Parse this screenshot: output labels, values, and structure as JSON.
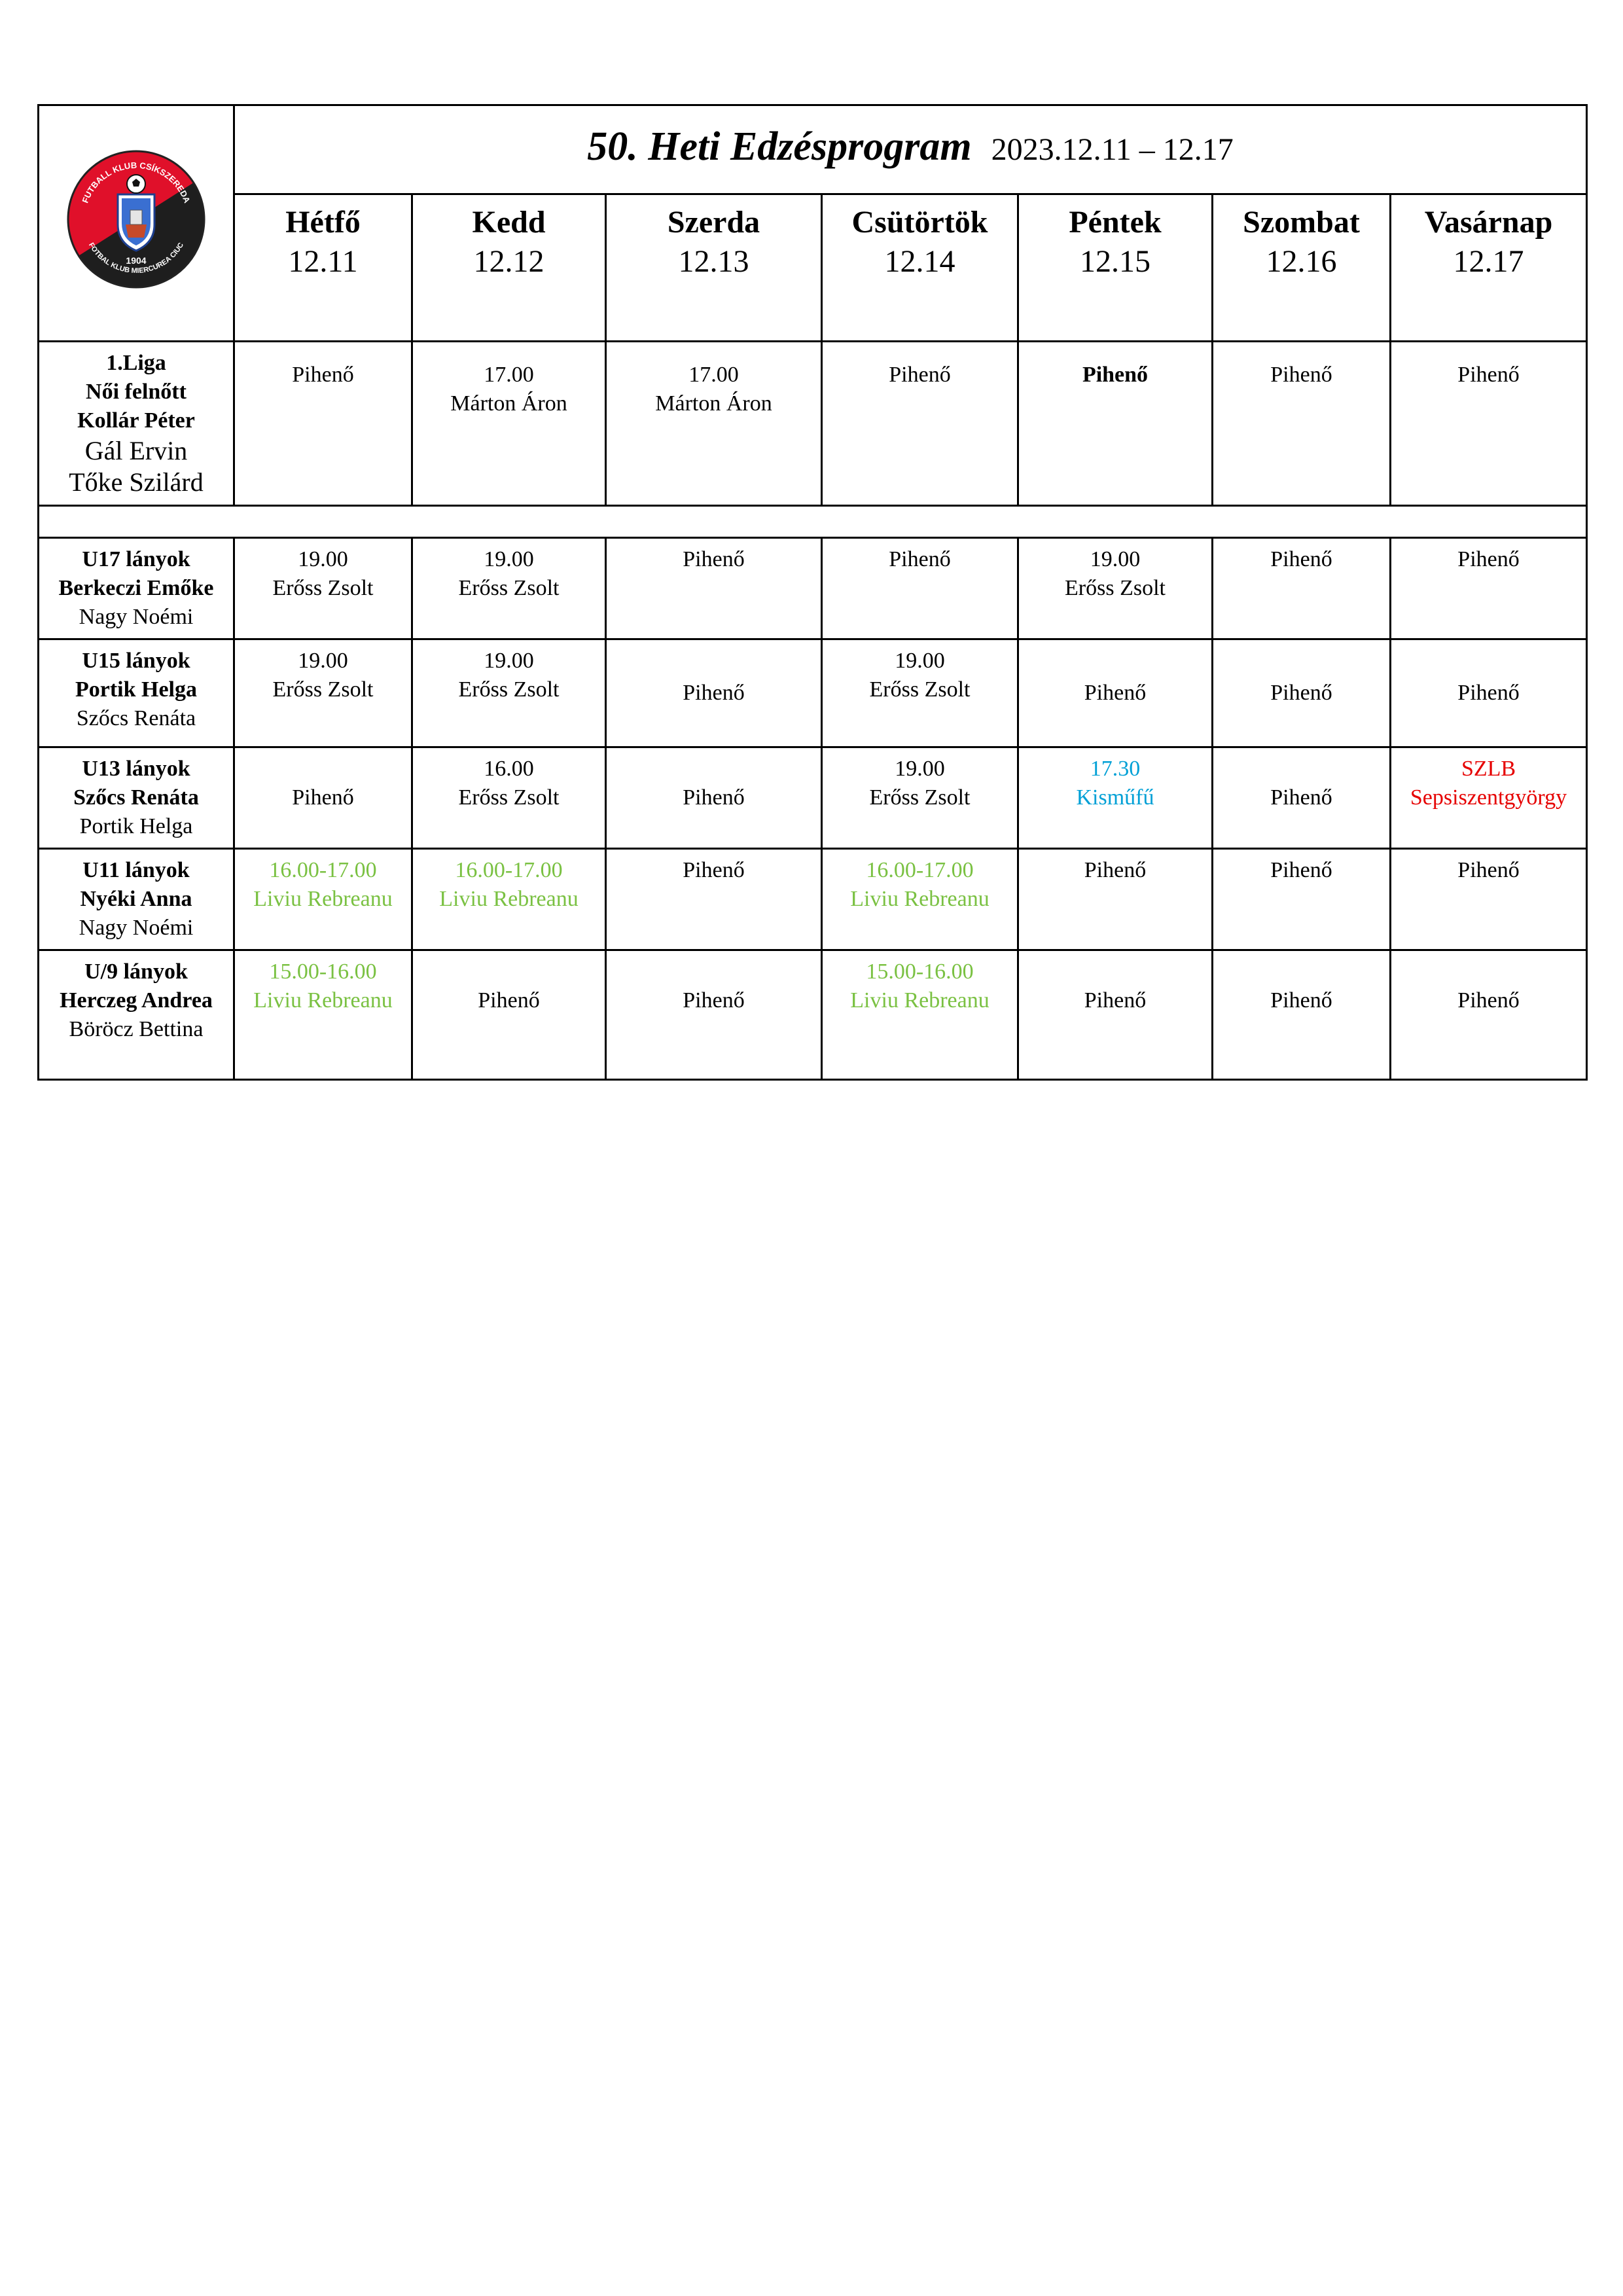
{
  "header": {
    "title": "50. Heti Edzésprogram",
    "date_range": "2023.12.11 – 12.17"
  },
  "logo": {
    "top_text": "FUTBALL KLUB CSÍKSZEREDA",
    "bottom_text": "FOTBAL KLUB MIERCUREA CIUC",
    "year": "1904"
  },
  "days": [
    {
      "name": "Hétfő",
      "date": "12.11"
    },
    {
      "name": "Kedd",
      "date": "12.12"
    },
    {
      "name": "Szerda",
      "date": "12.13"
    },
    {
      "name": "Csütörtök",
      "date": "12.14"
    },
    {
      "name": "Péntek",
      "date": "12.15"
    },
    {
      "name": "Szombat",
      "date": "12.16"
    },
    {
      "name": "Vasárnap",
      "date": "12.17"
    }
  ],
  "colors": {
    "green": "#7ac142",
    "blue": "#00a0d6",
    "red": "#e60000"
  },
  "rows": [
    {
      "label": [
        "1.Liga",
        "Női felnőtt",
        "Kollár Péter",
        "Gál Ervin",
        "Tőke Szilárd"
      ],
      "cells": [
        [
          "Pihenő"
        ],
        [
          "17.00",
          "Márton Áron"
        ],
        [
          "17.00",
          "Márton Áron"
        ],
        [
          "Pihenő"
        ],
        [
          "Pihenő"
        ],
        [
          "Pihenő"
        ],
        [
          "Pihenő"
        ]
      ]
    },
    {
      "label": [
        "U17 lányok",
        "Berkeczi Emőke",
        "Nagy Noémi"
      ],
      "cells": [
        [
          "19.00",
          "Erőss Zsolt"
        ],
        [
          "19.00",
          "Erőss Zsolt"
        ],
        [
          "Pihenő"
        ],
        [
          "Pihenő"
        ],
        [
          "19.00",
          "Erőss Zsolt"
        ],
        [
          "Pihenő"
        ],
        [
          "Pihenő"
        ]
      ]
    },
    {
      "label": [
        "U15 lányok",
        "Portik Helga",
        "Szőcs Renáta"
      ],
      "cells": [
        [
          "19.00",
          "Erőss Zsolt"
        ],
        [
          "19.00",
          "Erőss Zsolt"
        ],
        [
          "Pihenő"
        ],
        [
          "19.00",
          "Erőss Zsolt"
        ],
        [
          "Pihenő"
        ],
        [
          "Pihenő"
        ],
        [
          "Pihenő"
        ]
      ]
    },
    {
      "label": [
        "U13 lányok",
        "Szőcs Renáta",
        "Portik Helga"
      ],
      "cells": [
        [
          "Pihenő"
        ],
        [
          "16.00",
          "Erőss Zsolt"
        ],
        [
          "Pihenő"
        ],
        [
          "19.00",
          "Erőss Zsolt"
        ],
        [
          "17.30",
          "Kisműfű"
        ],
        [
          "Pihenő"
        ],
        [
          "SZLB",
          "Sepsiszentgyörgy"
        ]
      ]
    },
    {
      "label": [
        "U11 lányok",
        "Nyéki Anna",
        "Nagy Noémi"
      ],
      "cells": [
        [
          "16.00-17.00",
          "Liviu Rebreanu"
        ],
        [
          "16.00-17.00",
          "Liviu Rebreanu"
        ],
        [
          "Pihenő"
        ],
        [
          "16.00-17.00",
          "Liviu Rebreanu"
        ],
        [
          "Pihenő"
        ],
        [
          "Pihenő"
        ],
        [
          "Pihenő"
        ]
      ]
    },
    {
      "label": [
        "U/9 lányok",
        "Herczeg Andrea",
        "Böröcz Bettina"
      ],
      "cells": [
        [
          "15.00-16.00",
          "Liviu Rebreanu"
        ],
        [
          "Pihenő"
        ],
        [
          "Pihenő"
        ],
        [
          "15.00-16.00",
          "Liviu Rebreanu"
        ],
        [
          "Pihenő"
        ],
        [
          "Pihenő"
        ],
        [
          "Pihenő"
        ]
      ]
    }
  ]
}
